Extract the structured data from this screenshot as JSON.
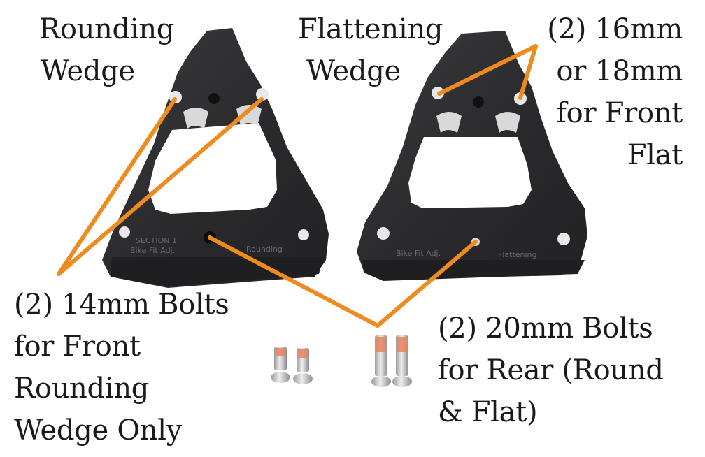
{
  "colors": {
    "leader": "#ee8b1f",
    "wedge_dark": "#2b2b2d",
    "wedge_mid": "#3a3a3d",
    "bolt_steel": "#c9c9c9",
    "bolt_thread": "#e7845e"
  },
  "labels": {
    "rounding_wedge": [
      "Rounding",
      "Wedge"
    ],
    "flattening_wedge": [
      "Flattening",
      "Wedge"
    ],
    "front_flat_bolts": [
      "(2) 16mm",
      "or 18mm",
      "for Front",
      "Flat"
    ],
    "front_rounding_bolts": [
      "(2) 14mm Bolts",
      "for Front",
      "Rounding",
      "Wedge Only"
    ],
    "rear_bolts": [
      "(2) 20mm Bolts",
      "for Rear (Round",
      "& Flat)"
    ]
  },
  "wedge_imprint": {
    "rounding": [
      "SECTION 1",
      "Bike Fit Adj.",
      "Rounding"
    ],
    "flattening": [
      "Bike Fit Adj.",
      "Flattening"
    ]
  }
}
